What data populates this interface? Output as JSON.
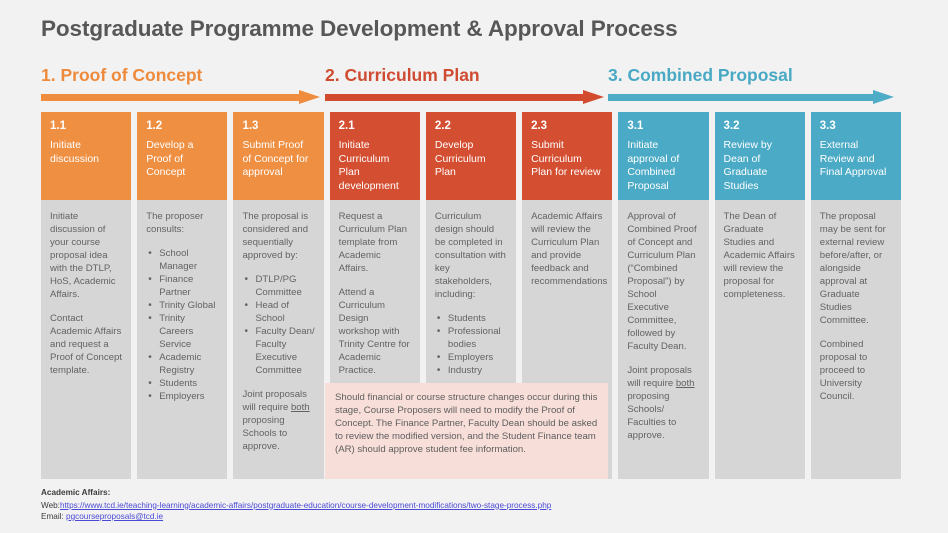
{
  "title": "Postgraduate Programme Development & Approval Process",
  "phases": [
    {
      "label": "1. Proof of Concept",
      "color": "#ED8A3C"
    },
    {
      "label": "2. Curriculum Plan",
      "color": "#CF4B31"
    },
    {
      "label": "3. Combined Proposal",
      "color": "#49A9C4"
    }
  ],
  "columns": [
    {
      "num": "1.1",
      "title": "Initiate discussion",
      "head_color": "#EF8F42",
      "paragraphs": [
        "Initiate discussion of your course proposal idea with the DTLP, HoS, Academic Affairs.",
        "Contact Academic Affairs and request a Proof of Concept template."
      ],
      "intro": "",
      "bullets": [],
      "note": "",
      "note_pre": "",
      "note_post": ""
    },
    {
      "num": "1.2",
      "title": "Develop a Proof of Concept",
      "head_color": "#EF8F42",
      "paragraphs": [],
      "intro": "The proposer consults:",
      "bullets": [
        "School Manager",
        "Finance Partner",
        "Trinity Global",
        "Trinity Careers Service",
        "Academic Registry",
        "Students",
        "Employers"
      ],
      "note": "",
      "note_pre": "",
      "note_post": ""
    },
    {
      "num": "1.3",
      "title": "Submit Proof of Concept for approval",
      "head_color": "#EF8F42",
      "paragraphs": [],
      "intro": "The proposal is considered and sequentially approved by:",
      "bullets": [
        "DTLP/PG Committee",
        "Head of School",
        "Faculty Dean/ Faculty Executive Committee"
      ],
      "note_pre": "Joint proposals will require ",
      "note_underline": "both",
      "note_post": " proposing Schools to approve."
    },
    {
      "num": "2.1",
      "title": "Initiate Curriculum Plan development",
      "head_color": "#D44E31",
      "paragraphs": [
        "Request a Curriculum Plan template from Academic Affairs.",
        "Attend a Curriculum Design workshop with Trinity Centre for Academic Practice."
      ],
      "intro": "",
      "bullets": [],
      "note_pre": "",
      "note_underline": "",
      "note_post": ""
    },
    {
      "num": "2.2",
      "title": "Develop Curriculum Plan",
      "head_color": "#D44E31",
      "paragraphs": [],
      "intro": "Curriculum design should be completed in consultation with key stakeholders, including:",
      "bullets": [
        "Students",
        "Professional bodies",
        "Employers",
        "Industry"
      ],
      "note_pre": "",
      "note_underline": "",
      "note_post": ""
    },
    {
      "num": "2.3",
      "title": "Submit Curriculum Plan for review",
      "head_color": "#D44E31",
      "paragraphs": [
        "Academic Affairs will review the Curriculum Plan and provide feedback and recommendations"
      ],
      "intro": "",
      "bullets": [],
      "note_pre": "",
      "note_underline": "",
      "note_post": ""
    },
    {
      "num": "3.1",
      "title": "Initiate approval of Combined Proposal",
      "head_color": "#4BAAC5",
      "paragraphs": [
        "Approval of Combined Proof of Concept and Curriculum Plan (“Combined Proposal”) by School Executive Committee, followed by Faculty Dean."
      ],
      "intro": "",
      "bullets": [],
      "note_pre": "Joint proposals will require ",
      "note_underline": "both",
      "note_post": " proposing Schools/ Faculties to approve."
    },
    {
      "num": "3.2",
      "title": "Review by Dean of Graduate Studies",
      "head_color": "#4BAAC5",
      "paragraphs": [
        "The Dean of Graduate Studies and Academic Affairs will review the proposal for completeness."
      ],
      "intro": "",
      "bullets": [],
      "note_pre": "",
      "note_underline": "",
      "note_post": ""
    },
    {
      "num": "3.3",
      "title": "External Review and Final Approval",
      "head_color": "#4BAAC5",
      "paragraphs": [
        "The proposal may be sent for external review before/after, or alongside approval at Graduate Studies Committee.",
        "Combined proposal to proceed to University Council."
      ],
      "intro": "",
      "bullets": [],
      "note_pre": "",
      "note_underline": "",
      "note_post": ""
    }
  ],
  "callout": {
    "text": "Should financial or course structure changes occur during this stage, Course Proposers will need to modify the Proof of Concept. The Finance Partner, Faculty Dean should be asked to review the modified version, and the Student Finance team (AR) should approve student fee information.",
    "background": "#F7DED9"
  },
  "footer": {
    "heading": "Academic Affairs:",
    "web_label": "Web:",
    "web_url": "https://www.tcd.ie/teaching-learning/academic-affairs/postgraduate-education/course-development-modifications/two-stage-process.php",
    "email_label": "Email:",
    "email": "pgcourseproposals@tcd.ie",
    "link_color": "#4a49d6"
  }
}
